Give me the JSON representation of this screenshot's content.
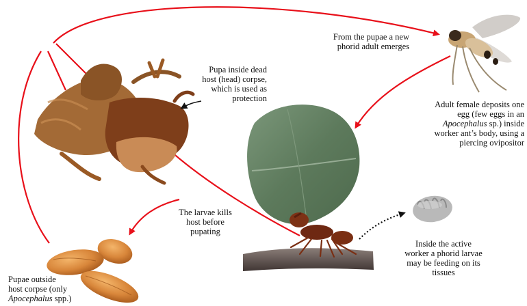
{
  "labels": {
    "pupa_in_head": [
      "Pupa inside dead",
      "host (head) corpse,",
      "which is used as",
      "protection"
    ],
    "new_adult": [
      "From the pupae a new",
      "phorid adult emerges"
    ],
    "female_deposits": {
      "line1": "Adult female deposits one",
      "line2": "egg (few eggs in an",
      "line3_italic": "Apocephalus",
      "line3_rest": " sp.) inside",
      "line4": "worker ant’s body, using a",
      "line5": "piercing ovipositor"
    },
    "larvae_kills": [
      "The larvae kills",
      "host before",
      "pupating"
    ],
    "inside_worker": [
      "Inside  the active",
      "worker a phorid larvae",
      "may be feeding on its",
      "tissues"
    ],
    "pupae_outside": {
      "line1": "Pupae outside",
      "line2": "host corpse (only",
      "line3_italic": "Apocephalus",
      "line3_rest": " spp.)"
    }
  },
  "images": [
    {
      "name": "dead-ant-head-with-pupa",
      "depicts": "dead host ant head"
    },
    {
      "name": "phorid-fly",
      "depicts": "adult phorid fly"
    },
    {
      "name": "leafcutter-ant-with-leaf",
      "depicts": "worker ant carrying leaf"
    },
    {
      "name": "phorid-larva",
      "depicts": "phorid larva"
    },
    {
      "name": "pupae-cluster",
      "depicts": "orange pupae"
    }
  ],
  "colors": {
    "arrow_red": "#e8101a",
    "text": "#111111",
    "leaf_green": "#5f7c5e",
    "ant_brown": "#7a2e12",
    "pupa_orange": "#d88a3a",
    "head_brown": "#9a5a25"
  }
}
